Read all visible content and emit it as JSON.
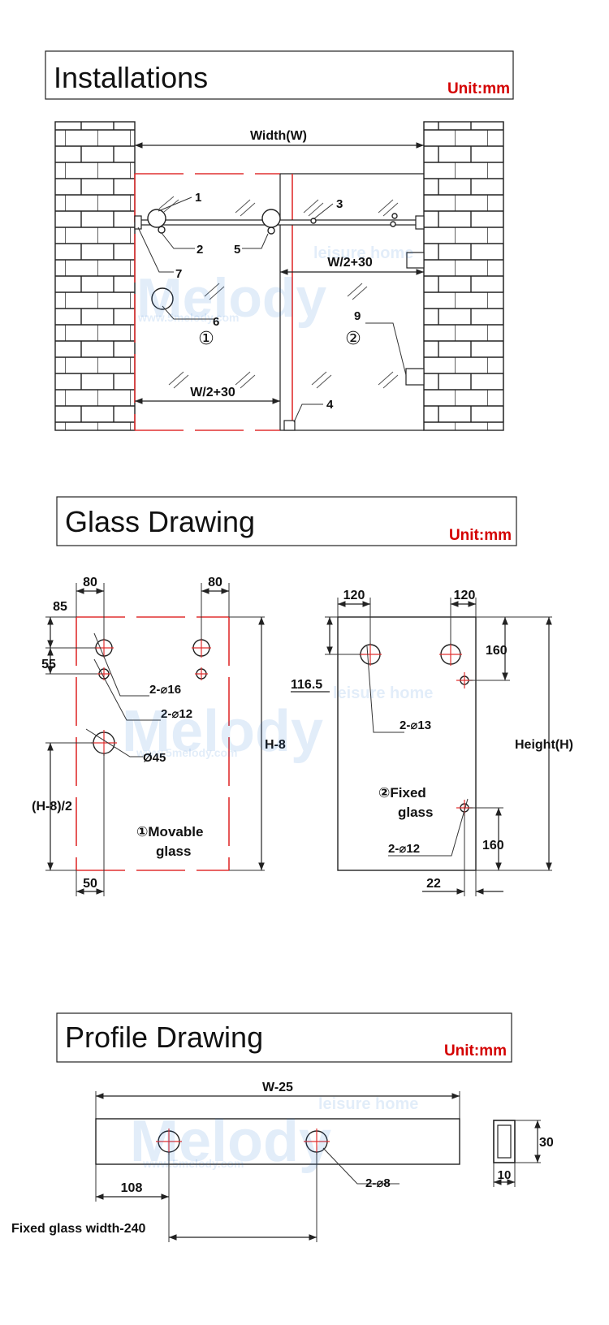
{
  "sections": {
    "installations": {
      "title": "Installations",
      "unit": "Unit:mm"
    },
    "glass": {
      "title": "Glass Drawing",
      "unit": "Unit:mm"
    },
    "profile": {
      "title": "Profile Drawing",
      "unit": "Unit:mm"
    }
  },
  "installations": {
    "width_label": "Width(W)",
    "half_width_top": "W/2+30",
    "half_width_bottom": "W/2+30",
    "callouts": [
      "1",
      "2",
      "3",
      "4",
      "5",
      "6",
      "7",
      "9"
    ],
    "panel_1": "①",
    "panel_2": "②"
  },
  "glass": {
    "movable": {
      "top_left": "80",
      "top_right": "80",
      "offset_85": "85",
      "offset_55": "55",
      "hole_16": "2-⌀16",
      "hole_12": "2-⌀12",
      "hole_45": "Ø45",
      "height": "H-8",
      "half_height": "(H-8)/2",
      "bottom_50": "50",
      "label_line1": "①Movable",
      "label_line2": "glass"
    },
    "fixed": {
      "top_left": "120",
      "top_right": "120",
      "right_top_160": "160",
      "offset_116": "116.5",
      "hole_13": "2-⌀13",
      "height": "Height(H)",
      "label_line1": "②Fixed",
      "label_line2": "glass",
      "hole_12": "2-⌀12",
      "right_bottom_160": "160",
      "bottom_22": "22"
    }
  },
  "profile": {
    "length": "W-25",
    "offset_108": "108",
    "hole_8": "2-⌀8",
    "fixed_width": "Fixed glass width-240",
    "section_height": "30",
    "section_width": "10"
  },
  "watermark": {
    "brand": "Melody",
    "site": "www.5melody.com",
    "tagline": "leisure home"
  }
}
